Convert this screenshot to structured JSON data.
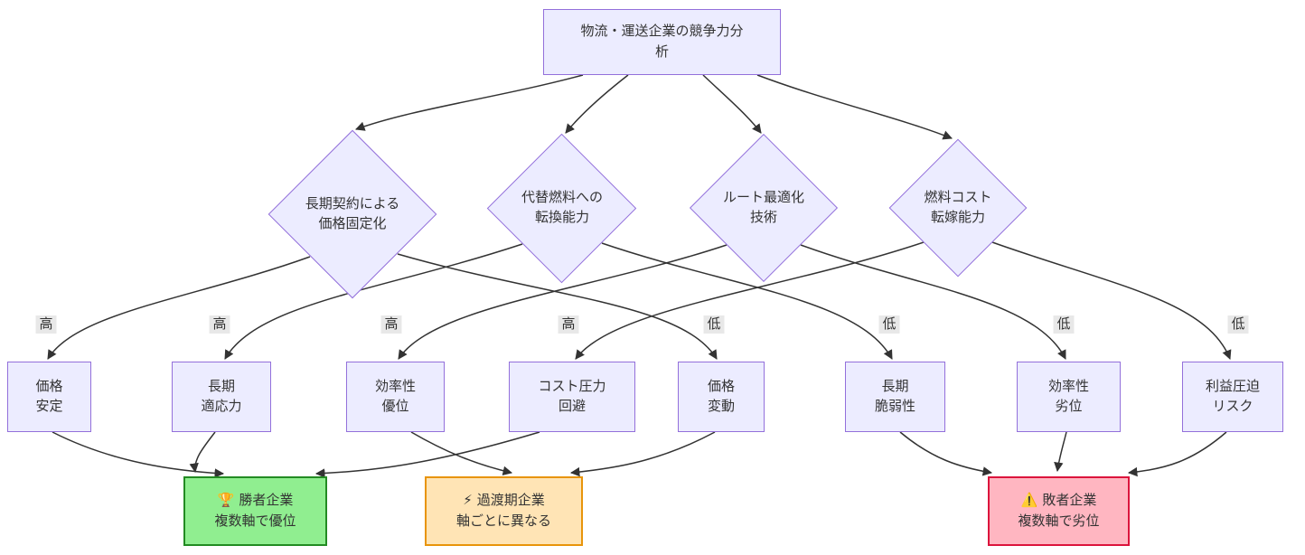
{
  "colors": {
    "node_fill": "#ECECFF",
    "node_border": "#9370DB",
    "edge": "#333333",
    "text": "#333333",
    "edge_label_bg": "#e8e8e8",
    "winner_fill": "#90EE90",
    "winner_border": "#228B22",
    "transition_fill": "#FFE4B5",
    "transition_border": "#E8940A",
    "loser_fill": "#FFB6C1",
    "loser_border": "#DC143C"
  },
  "root": {
    "label": "物流・運送企業の競争力分析"
  },
  "criteria": [
    {
      "lines": [
        "長期契約による",
        "価格固定化"
      ]
    },
    {
      "lines": [
        "代替燃料への",
        "転換能力"
      ]
    },
    {
      "lines": [
        "ルート最適化",
        "技術"
      ]
    },
    {
      "lines": [
        "燃料コスト",
        "転嫁能力"
      ]
    }
  ],
  "level_labels": [
    "高",
    "高",
    "高",
    "高",
    "低",
    "低",
    "低",
    "低"
  ],
  "outcomes": [
    {
      "lines": [
        "価格",
        "安定"
      ]
    },
    {
      "lines": [
        "長期",
        "適応力"
      ]
    },
    {
      "lines": [
        "効率性",
        "優位"
      ]
    },
    {
      "lines": [
        "コスト圧力",
        "回避"
      ]
    },
    {
      "lines": [
        "価格",
        "変動"
      ]
    },
    {
      "lines": [
        "長期",
        "脆弱性"
      ]
    },
    {
      "lines": [
        "効率性",
        "劣位"
      ]
    },
    {
      "lines": [
        "利益圧迫",
        "リスク"
      ]
    }
  ],
  "results": [
    {
      "icon": "🏆",
      "title": "勝者企業",
      "subtitle": "複数軸で優位"
    },
    {
      "icon": "⚡",
      "title": "過渡期企業",
      "subtitle": "軸ごとに異なる"
    },
    {
      "icon": "⚠️",
      "title": "敗者企業",
      "subtitle": "複数軸で劣位"
    }
  ],
  "edges": [
    {
      "from": "物流・運送企業の競争力分析",
      "to": "長期契約による価格固定化"
    },
    {
      "from": "物流・運送企業の競争力分析",
      "to": "代替燃料への転換能力"
    },
    {
      "from": "物流・運送企業の競争力分析",
      "to": "ルート最適化技術"
    },
    {
      "from": "物流・運送企業の競争力分析",
      "to": "燃料コスト転嫁能力"
    },
    {
      "from": "長期契約による価格固定化",
      "to": "価格安定",
      "label": "高"
    },
    {
      "from": "長期契約による価格固定化",
      "to": "価格変動",
      "label": "低"
    },
    {
      "from": "代替燃料への転換能力",
      "to": "長期適応力",
      "label": "高"
    },
    {
      "from": "代替燃料への転換能力",
      "to": "長期脆弱性",
      "label": "低"
    },
    {
      "from": "ルート最適化技術",
      "to": "効率性優位",
      "label": "高"
    },
    {
      "from": "ルート最適化技術",
      "to": "効率性劣位",
      "label": "低"
    },
    {
      "from": "燃料コスト転嫁能力",
      "to": "コスト圧力回避",
      "label": "高"
    },
    {
      "from": "燃料コスト転嫁能力",
      "to": "利益圧迫リスク",
      "label": "低"
    },
    {
      "from": "価格安定",
      "to": "勝者企業"
    },
    {
      "from": "長期適応力",
      "to": "勝者企業"
    },
    {
      "from": "コスト圧力回避",
      "to": "勝者企業"
    },
    {
      "from": "効率性優位",
      "to": "過渡期企業"
    },
    {
      "from": "価格変動",
      "to": "過渡期企業"
    },
    {
      "from": "長期脆弱性",
      "to": "敗者企業"
    },
    {
      "from": "効率性劣位",
      "to": "敗者企業"
    },
    {
      "from": "利益圧迫リスク",
      "to": "敗者企業"
    }
  ]
}
